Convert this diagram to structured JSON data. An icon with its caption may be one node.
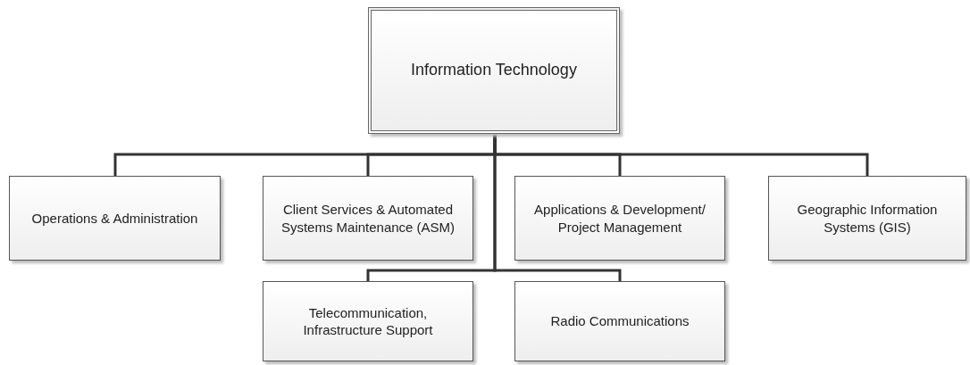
{
  "diagram": {
    "nodes": [
      {
        "text": [
          "Information Technology"
        ]
      },
      {
        "text": [
          "Operations & Administration"
        ]
      },
      {
        "text": [
          "Client Services & Automated Systems Maintenance (ASM)"
        ]
      },
      {
        "text": [
          "Applications & Development/ Project Management"
        ]
      },
      {
        "text": [
          "Geographic Information Systems (GIS)"
        ]
      },
      {
        "text": [
          "Telecommunication, Infrastructure Support"
        ]
      },
      {
        "text": [
          "Radio Communications"
        ]
      }
    ],
    "edges": [
      {
        "from": 0,
        "to": 1,
        "arrow": "none"
      },
      {
        "from": 0,
        "to": 2,
        "arrow": "none"
      },
      {
        "from": 0,
        "to": 3,
        "arrow": "none"
      },
      {
        "from": 0,
        "to": 4,
        "arrow": "none"
      },
      {
        "from": 0,
        "to": 5,
        "arrow": "none"
      },
      {
        "from": 0,
        "to": 6,
        "arrow": "none"
      }
    ]
  }
}
